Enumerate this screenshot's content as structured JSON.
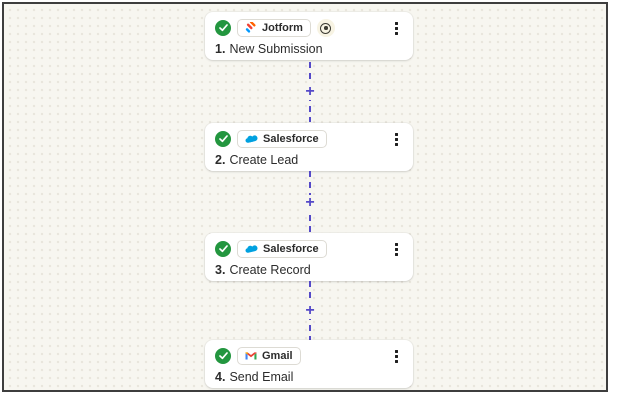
{
  "app": {
    "name": "workflow-editor",
    "canvas_bg": "#f7f6f0",
    "border_color": "#3e3e3e",
    "connector_color": "#5449c8",
    "success_color": "#23963f"
  },
  "steps": [
    {
      "num": "1.",
      "title": "New Submission",
      "app": "Jotform",
      "status": "success",
      "is_trigger": true
    },
    {
      "num": "2.",
      "title": "Create Lead",
      "app": "Salesforce",
      "status": "success",
      "is_trigger": false
    },
    {
      "num": "3.",
      "title": "Create Record",
      "app": "Salesforce",
      "status": "success",
      "is_trigger": false
    },
    {
      "num": "4.",
      "title": "Send Email",
      "app": "Gmail",
      "status": "success",
      "is_trigger": false
    }
  ],
  "ui": {
    "add_label": "+"
  },
  "icons": {
    "status": "check-circle-icon",
    "menu": "kebab-menu-icon",
    "trigger": "trigger-point-icon",
    "apps": [
      "jotform-icon",
      "salesforce-icon",
      "salesforce-icon",
      "gmail-icon"
    ]
  }
}
